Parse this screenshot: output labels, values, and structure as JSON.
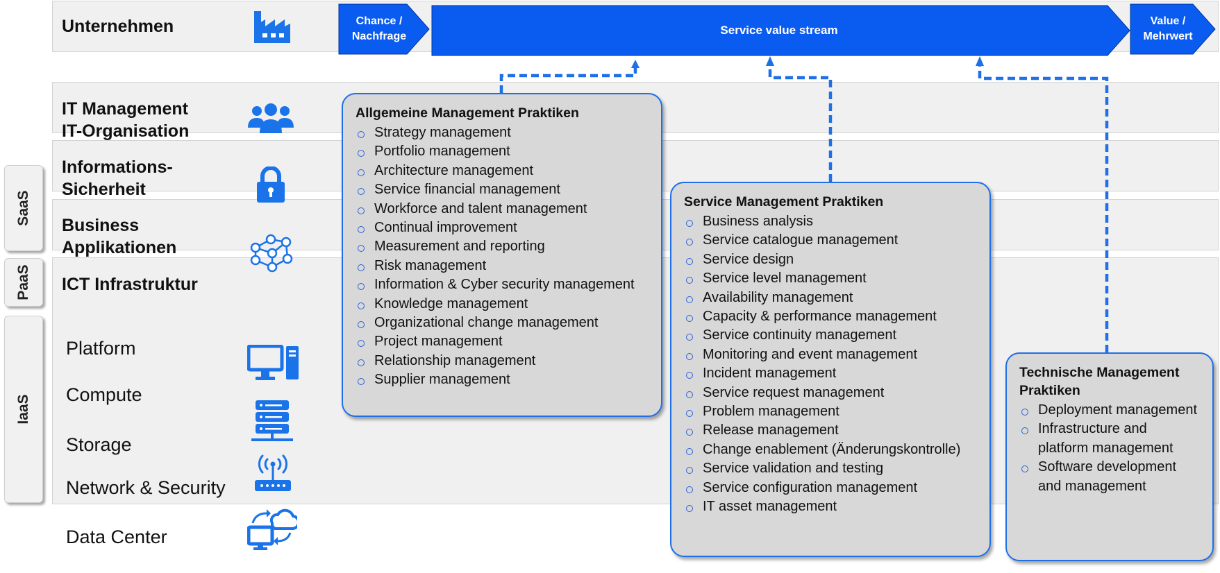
{
  "bands": {
    "unternehmen": "Unternehmen",
    "it_management_1": "IT Management",
    "it_management_2": "IT-Organisation",
    "infosec_1": "Informations-",
    "infosec_2": "Sicherheit",
    "business_1": "Business",
    "business_2": "Applikationen",
    "ict": "ICT Infrastruktur"
  },
  "infra_items": [
    "Platform",
    "Compute",
    "Storage",
    "Network & Security",
    "Data Center"
  ],
  "tabs": {
    "saas": "SaaS",
    "paas": "PaaS",
    "iaas": "IaaS"
  },
  "value_stream": {
    "start_1": "Chance /",
    "start_2": "Nachfrage",
    "main": "Service value stream",
    "end_1": "Value /",
    "end_2": "Mehrwert"
  },
  "boxes": {
    "general": {
      "title": "Allgemeine Management Praktiken",
      "items": [
        "Strategy management",
        "Portfolio management",
        "Architecture management",
        "Service financial management",
        "Workforce and talent management",
        "Continual improvement",
        "Measurement and reporting",
        "Risk management",
        "Information & Cyber security management",
        "Knowledge management",
        "Organizational change management",
        "Project management",
        "Relationship management",
        "Supplier management"
      ]
    },
    "service": {
      "title": "Service Management Praktiken",
      "items": [
        "Business analysis",
        "Service catalogue management",
        "Service design",
        "Service level management",
        "Availability management",
        "Capacity & performance management",
        "Service continuity management",
        "Monitoring and event management",
        "Incident management",
        "Service request management",
        "Problem management",
        "Release management",
        "Change enablement (Änderungskontrolle)",
        "Service validation and testing",
        "Service configuration management",
        "IT asset management"
      ]
    },
    "technical": {
      "title": "Technische Management Praktiken",
      "items": [
        "Deployment management",
        "Infrastructure and platform management",
        "Software development and management"
      ]
    }
  },
  "colors": {
    "accent": "#0a5cf0",
    "band": "#f0f0f0",
    "box": "#d8d8d8",
    "icon": "#1a73e8"
  },
  "icons": [
    "factory-icon",
    "team-icon",
    "lock-icon",
    "network-people-icon",
    "desktop-icon",
    "server-icon",
    "router-icon",
    "cloud-sync-icon"
  ]
}
